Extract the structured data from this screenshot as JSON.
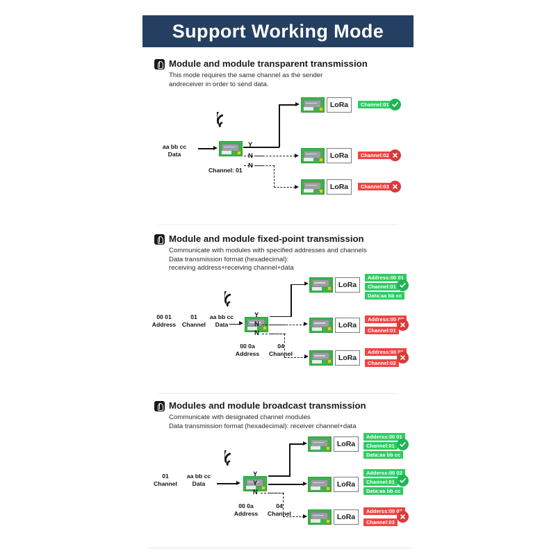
{
  "banner": {
    "title": "Support Working Mode"
  },
  "sections": [
    {
      "id": "transparent",
      "icon": "radio-module-icon",
      "title": "Module and module transparent transmission",
      "desc": "This mode requires the same channel as the sender\nandreceiver in order to send data.",
      "source": {
        "data_label": "aa bb cc",
        "data_sub": "Data",
        "module_label": "Channel:  01"
      },
      "branches": [
        {
          "flag": "Y",
          "style": "solid",
          "lora": "LoRa",
          "badges": [
            {
              "text": "Channel:01",
              "state": "ok"
            }
          ],
          "status": "ok"
        },
        {
          "flag": "N",
          "style": "dashed",
          "lora": "LoRa",
          "badges": [
            {
              "text": "Channel:02",
              "state": "bad"
            }
          ],
          "status": "bad"
        },
        {
          "flag": "N",
          "style": "dashed",
          "lora": "LoRa",
          "badges": [
            {
              "text": "Channel:03",
              "state": "bad"
            }
          ],
          "status": "bad"
        }
      ]
    },
    {
      "id": "fixed-point",
      "icon": "radio-module-icon",
      "title": "Module and module fixed-point transmission",
      "desc": "Communicate with modules with specified addresses and channels\nData transmission format (hexadecimal):\nreceiving address+receiving channel+data",
      "source": {
        "inputs": [
          {
            "value": "00 01",
            "label": "Address"
          },
          {
            "value": "01",
            "label": "Channel"
          },
          {
            "value": "aa bb cc",
            "label": "Data"
          }
        ],
        "module_fields": [
          {
            "value": "00 0a",
            "label": "Address"
          },
          {
            "value": "04",
            "label": "Channel"
          }
        ]
      },
      "branches": [
        {
          "flag": "Y",
          "style": "solid",
          "lora": "LoRa",
          "badges": [
            {
              "text": "Address:00 01",
              "state": "ok"
            },
            {
              "text": "Channel:01",
              "state": "ok"
            },
            {
              "text": "Data:aa bb cc",
              "state": "ok"
            }
          ],
          "status": "ok"
        },
        {
          "flag": "N",
          "style": "dashed",
          "lora": "LoRa",
          "badges": [
            {
              "text": "Address:00 02",
              "state": "bad"
            },
            {
              "text": "Channel:01",
              "state": "bad"
            }
          ],
          "status": "bad"
        },
        {
          "flag": "N",
          "style": "dashed",
          "lora": "LoRa",
          "badges": [
            {
              "text": "Address:00 01",
              "state": "bad"
            },
            {
              "text": "Channel:02",
              "state": "bad"
            }
          ],
          "status": "bad"
        }
      ]
    },
    {
      "id": "broadcast",
      "icon": "radio-module-icon",
      "title": "Modules and module broadcast transmission",
      "desc": "Communicate with designated channel modules\nData transmission format (hexadecimal): receiver channel+data",
      "source": {
        "inputs": [
          {
            "value": "01",
            "label": "Channel"
          },
          {
            "value": "aa bb cc",
            "label": "Data"
          }
        ],
        "module_fields": [
          {
            "value": "00 0a",
            "label": "Address"
          },
          {
            "value": "04",
            "label": "Channel"
          }
        ]
      },
      "branches": [
        {
          "flag": "Y",
          "style": "solid",
          "lora": "LoRa",
          "badges": [
            {
              "text": "Adderss:00 01",
              "state": "ok"
            },
            {
              "text": "Channel:01",
              "state": "ok"
            },
            {
              "text": "Data:aa bb cc",
              "state": "ok"
            }
          ],
          "status": "ok"
        },
        {
          "flag": "Y",
          "style": "solid",
          "lora": "LoRa",
          "badges": [
            {
              "text": "Adderss:00 02",
              "state": "ok"
            },
            {
              "text": "Channel:01",
              "state": "ok"
            },
            {
              "text": "Data:aa bb cc",
              "state": "ok"
            }
          ],
          "status": "ok"
        },
        {
          "flag": "N",
          "style": "dashed",
          "lora": "LoRa",
          "badges": [
            {
              "text": "Adderss:00 03",
              "state": "bad"
            },
            {
              "text": "Channel:03",
              "state": "bad"
            }
          ],
          "status": "bad"
        }
      ]
    }
  ],
  "colors": {
    "banner_bg": "#243f61",
    "ok_green": "#2ecc63",
    "bad_red": "#ef4444",
    "pcb_green": "#3cb44a"
  }
}
